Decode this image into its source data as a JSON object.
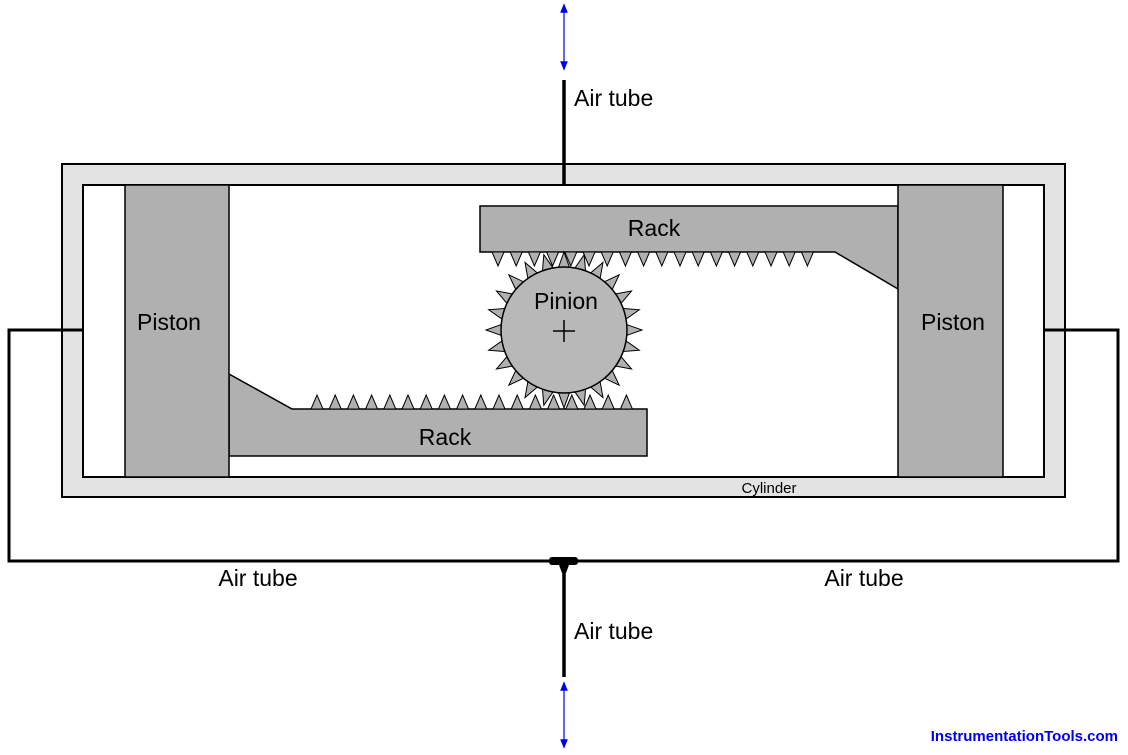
{
  "labels": {
    "air_tube_top": "Air tube",
    "air_tube_left": "Air tube",
    "air_tube_right": "Air tube",
    "air_tube_bottom": "Air tube",
    "piston_left": "Piston",
    "piston_right": "Piston",
    "rack_top": "Rack",
    "rack_bottom": "Rack",
    "pinion": "Pinion",
    "cylinder": "Cylinder"
  },
  "credit": "InstrumentationTools.com",
  "colors": {
    "cylinder_wall": "#e3e3e3",
    "piston": "#b0b0b0",
    "rack": "#b0b0b0",
    "pinion": "#b8b8b8",
    "arrow": "#0000ee",
    "line": "#000000"
  }
}
